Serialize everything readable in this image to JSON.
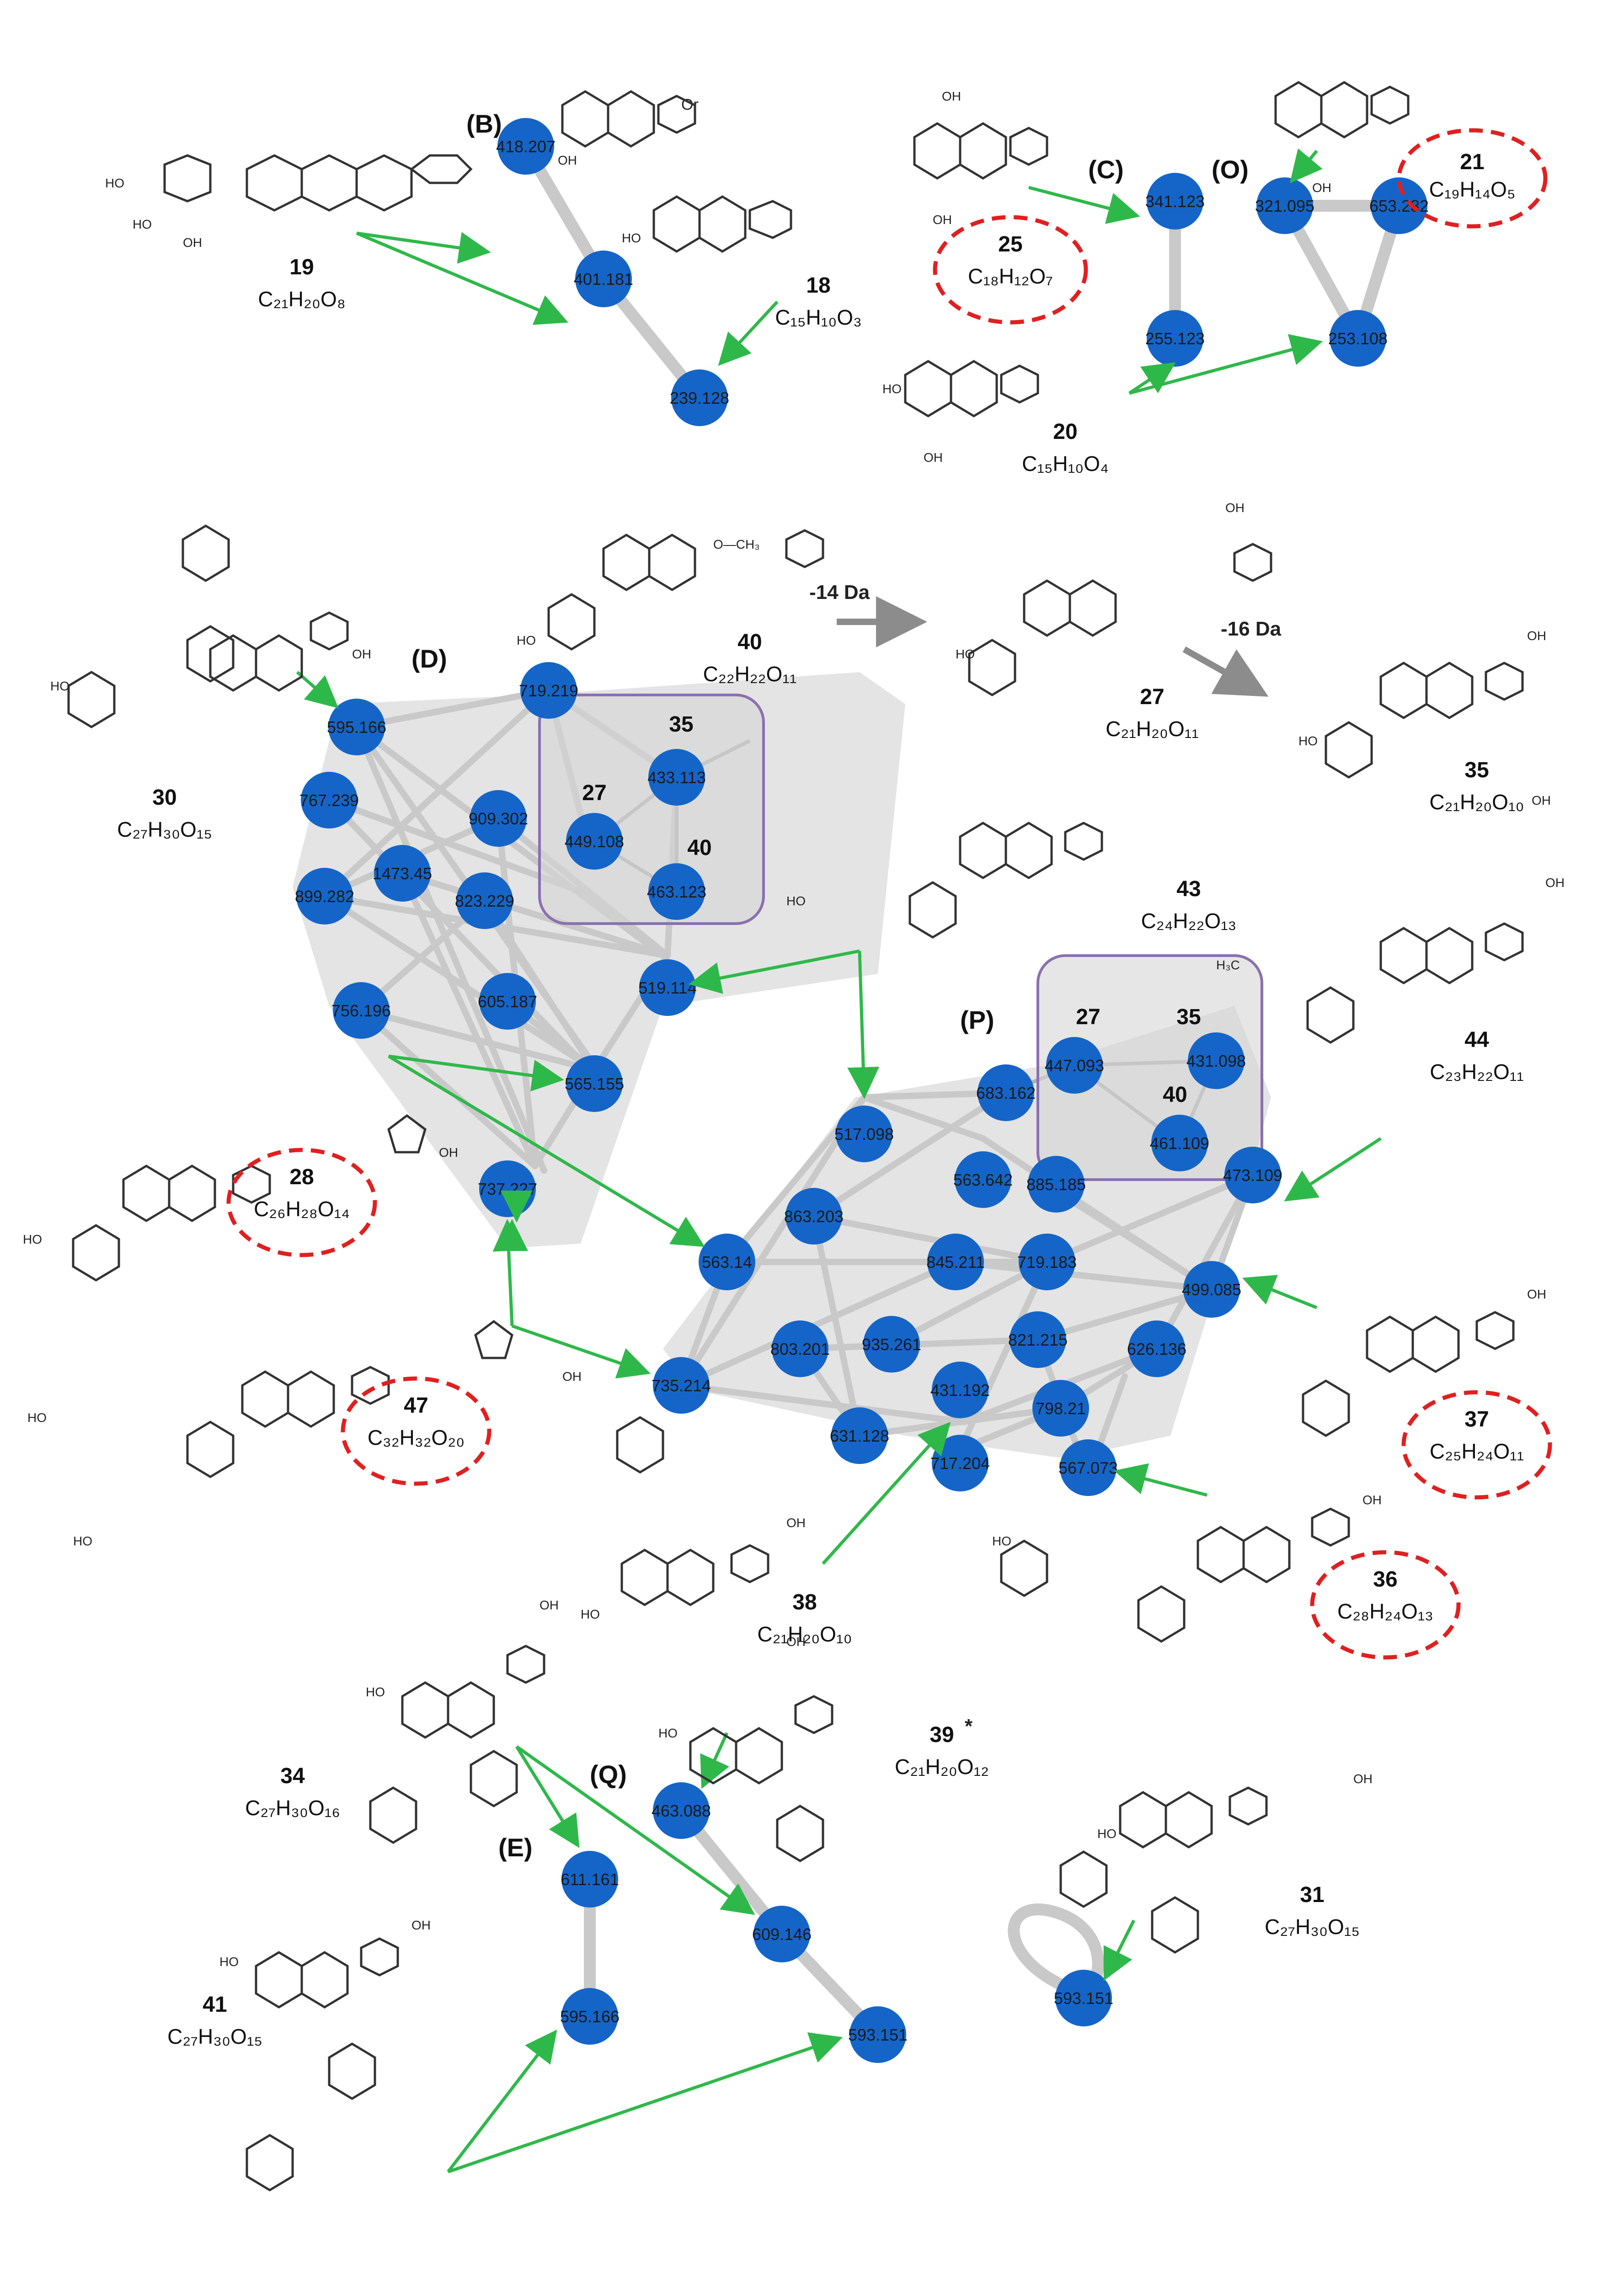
{
  "colors": {
    "node": "#1565c8",
    "edge": "#c8c8c8",
    "arrow": "#2fb84a",
    "highlight_circle": "#e02020",
    "group_box": "#8b70b0",
    "grey_arrow": "#8c8c8c"
  },
  "clusters": {
    "B": "(B)",
    "C": "(C)",
    "O": "(O)",
    "D": "(D)",
    "P": "(P)",
    "Q": "(Q)",
    "E": "(E)"
  },
  "nodes": {
    "n418": "418.207",
    "n401": "401.181",
    "n239": "239.128",
    "n341": "341.123",
    "n255": "255.123",
    "n321": "321.095",
    "n653": "653.282",
    "n253": "253.108",
    "n719a": "719.219",
    "n595a": "595.166",
    "n767": "767.239",
    "n909": "909.302",
    "n433": "433.113",
    "n449": "449.108",
    "n463a": "463.123",
    "n899": "899.282",
    "n1473": "1473.45",
    "n823": "823.229",
    "n605": "605.187",
    "n519": "519.114",
    "n756": "756.196",
    "n565": "565.155",
    "n737": "737.227",
    "n683": "683.162",
    "n447": "447.093",
    "n431a": "431.098",
    "n461": "461.109",
    "n517": "517.098",
    "n563a": "563.642",
    "n885": "885.185",
    "n473": "473.109",
    "n863": "863.203",
    "n563b": "563.14",
    "n845": "845.211",
    "n719b": "719.183",
    "n499": "499.085",
    "n803": "803.201",
    "n935": "935.261",
    "n821": "821.215",
    "n626": "626.136",
    "n735": "735.214",
    "n431b": "431.192",
    "n798": "798.21",
    "n631": "631.128",
    "n717": "717.204",
    "n567": "567.073",
    "n463b": "463.088",
    "n611": "611.161",
    "n609": "609.146",
    "n595b": "595.166",
    "n593a": "593.151",
    "n593b": "593.151"
  },
  "group_labels": {
    "d35": "35",
    "d27": "27",
    "d40": "40",
    "p27": "27",
    "p35": "35",
    "p40": "40"
  },
  "compounds": {
    "c19": {
      "id": "19",
      "formula": "C21H20O8"
    },
    "c18": {
      "id": "18",
      "formula": "C15H10O3"
    },
    "c25": {
      "id": "25",
      "formula": "C18H12O7"
    },
    "c21": {
      "id": "21",
      "formula": "C19H14O5"
    },
    "c20": {
      "id": "20",
      "formula": "C15H10O4"
    },
    "c30": {
      "id": "30",
      "formula": "C27H30O15"
    },
    "c40": {
      "id": "40",
      "formula": "C22H22O11"
    },
    "c27": {
      "id": "27",
      "formula": "C21H20O11"
    },
    "c35": {
      "id": "35",
      "formula": "C21H20O10"
    },
    "c43": {
      "id": "43",
      "formula": "C24H22O13"
    },
    "c44": {
      "id": "44",
      "formula": "C23H22O11"
    },
    "c28": {
      "id": "28",
      "formula": "C26H28O14"
    },
    "c47": {
      "id": "47",
      "formula": "C32H32O20"
    },
    "c37": {
      "id": "37",
      "formula": "C25H24O11"
    },
    "c38": {
      "id": "38",
      "formula": "C21H20O10"
    },
    "c36": {
      "id": "36",
      "formula": "C28H24O13"
    },
    "c34": {
      "id": "34",
      "formula": "C27H30O16"
    },
    "c39": {
      "id": "39",
      "formula": "C21H20O12"
    },
    "c31": {
      "id": "31",
      "formula": "C27H30O15"
    },
    "c41": {
      "id": "41",
      "formula": "C27H30O15"
    }
  },
  "annotations": {
    "or": "Or",
    "minus14": "-14 Da",
    "minus16": "-16 Da",
    "asterisk": "*"
  },
  "atoms": {
    "OH": "OH",
    "HO": "HO",
    "O": "O",
    "OCH3": "O—CH3",
    "H3C": "H3C"
  }
}
